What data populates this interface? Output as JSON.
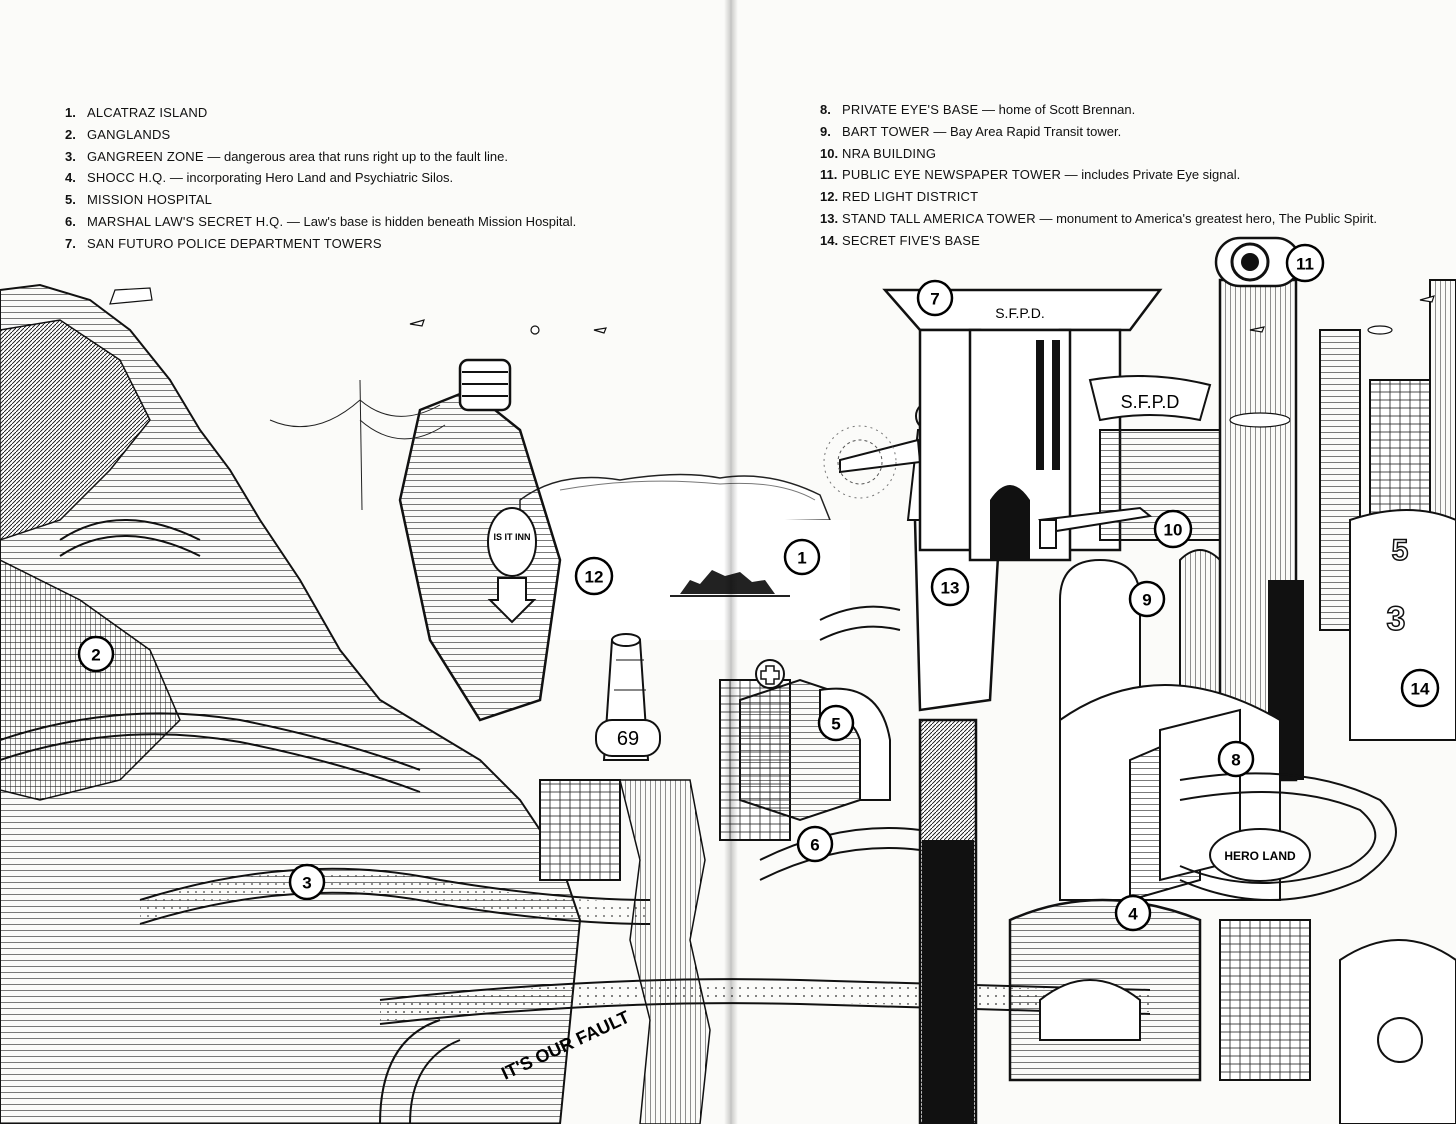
{
  "legend_left": [
    {
      "num": "1.",
      "name": "ALCATRAZ ISLAND",
      "desc": ""
    },
    {
      "num": "2.",
      "name": "GANGLANDS",
      "desc": ""
    },
    {
      "num": "3.",
      "name": "GANGREEN ZONE",
      "desc": "dangerous area that runs right up to the fault line."
    },
    {
      "num": "4.",
      "name": "SHOCC H.Q.",
      "desc": "incorporating Hero Land and Psychiatric Silos."
    },
    {
      "num": "5.",
      "name": "MISSION HOSPITAL",
      "desc": ""
    },
    {
      "num": "6.",
      "name": "MARSHAL LAW'S SECRET H.Q.",
      "desc": "Law's base is hidden beneath Mission Hospital."
    },
    {
      "num": "7.",
      "name": "SAN FUTURO POLICE DEPARTMENT TOWERS",
      "desc": ""
    }
  ],
  "legend_right": [
    {
      "num": "8.",
      "name": "PRIVATE EYE'S BASE",
      "desc": "home of Scott Brennan."
    },
    {
      "num": "9.",
      "name": "BART TOWER",
      "desc": "Bay Area Rapid Transit tower."
    },
    {
      "num": "10.",
      "name": "NRA BUILDING",
      "desc": ""
    },
    {
      "num": "11.",
      "name": "PUBLIC EYE NEWSPAPER TOWER",
      "desc": "includes Private Eye signal."
    },
    {
      "num": "12.",
      "name": "RED LIGHT DISTRICT",
      "desc": ""
    },
    {
      "num": "13.",
      "name": "STAND TALL AMERICA TOWER",
      "desc": "monument to America's greatest hero, The Public Spirit."
    },
    {
      "num": "14.",
      "name": "SECRET FIVE'S BASE",
      "desc": ""
    }
  ],
  "markers": [
    {
      "label": "1"
    },
    {
      "label": "2"
    },
    {
      "label": "3"
    },
    {
      "label": "4"
    },
    {
      "label": "5"
    },
    {
      "label": "6"
    },
    {
      "label": "7"
    },
    {
      "label": "8"
    },
    {
      "label": "9"
    },
    {
      "label": "10"
    },
    {
      "label": "11"
    },
    {
      "label": "12"
    },
    {
      "label": "13"
    },
    {
      "label": "14"
    }
  ],
  "signs": {
    "sfpd_1": "S.F.P.D.",
    "sfpd_2": "S.F.P.D",
    "inn": "IS IT INN",
    "hero_land": "HERO LAND",
    "fault": "IT'S OUR FAULT",
    "num_69": "69"
  },
  "colors": {
    "ink": "#111111",
    "paper": "#fbfbf9",
    "water": "#ffffff"
  }
}
